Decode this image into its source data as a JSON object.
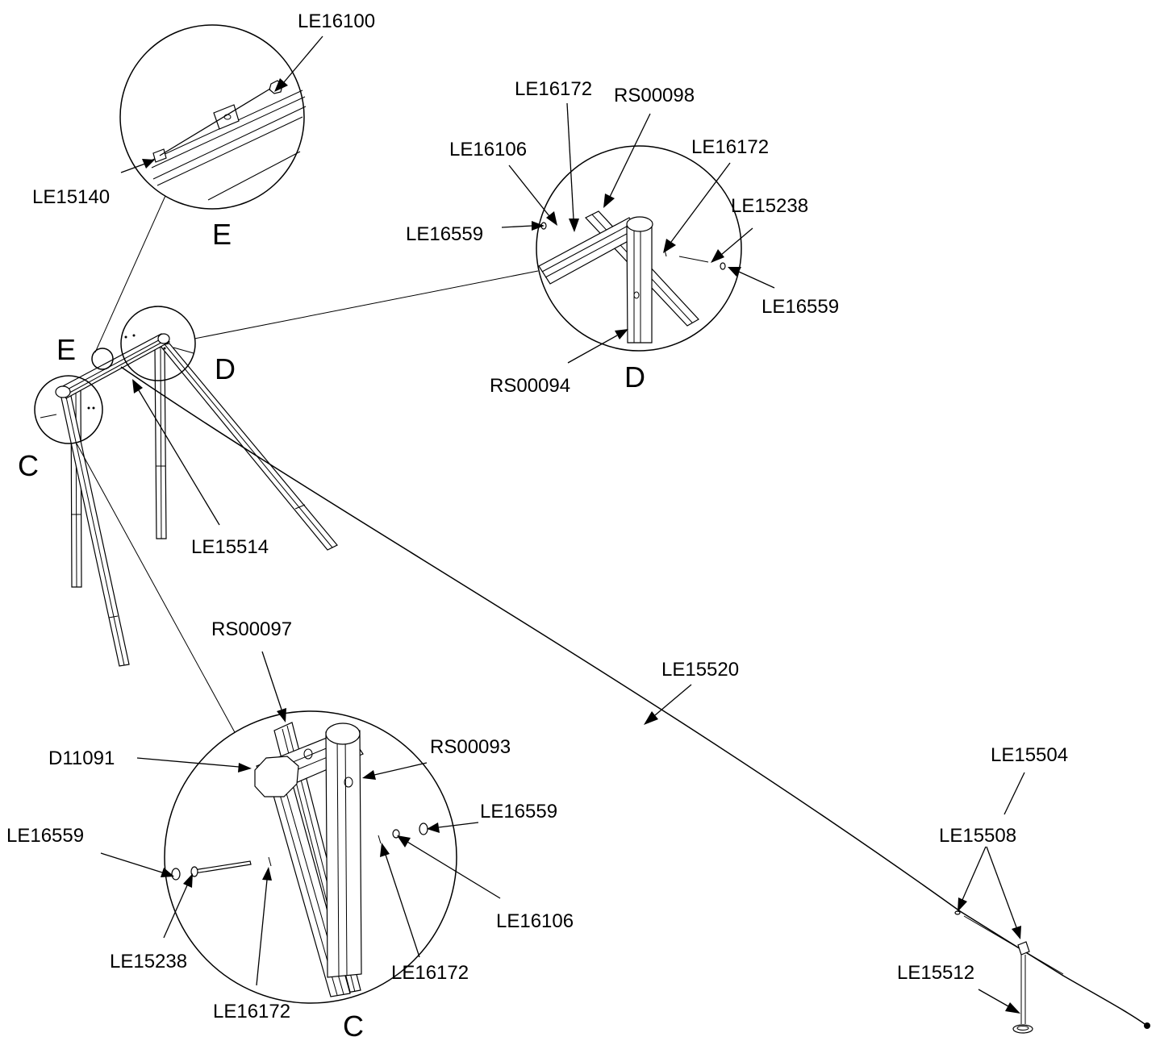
{
  "labels": {
    "e_le16100": "LE16100",
    "e_le15140": "LE15140",
    "e_title": "E",
    "d_le16172_a": "LE16172",
    "d_rs00098": "RS00098",
    "d_le16106": "LE16106",
    "d_le16172_b": "LE16172",
    "d_le15238": "LE15238",
    "d_le16559_a": "LE16559",
    "d_le16559_b": "LE16559",
    "d_rs00094": "RS00094",
    "d_title": "D",
    "main_e": "E",
    "main_d": "D",
    "main_c": "C",
    "main_le15514": "LE15514",
    "c_rs00097": "RS00097",
    "le15520": "LE15520",
    "c_d11091": "D11091",
    "c_rs00093": "RS00093",
    "le15504": "LE15504",
    "c_le16559_a": "LE16559",
    "c_le16559_b": "LE16559",
    "le15508": "LE15508",
    "c_le16106": "LE16106",
    "c_le15238": "LE15238",
    "c_le16172_a": "LE16172",
    "c_le16172_b": "LE16172",
    "le15512": "LE15512",
    "c_title": "C"
  }
}
